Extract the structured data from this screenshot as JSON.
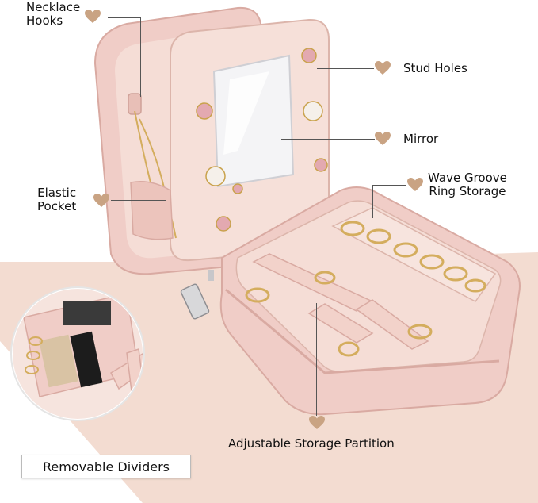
{
  "labels": {
    "necklace_hooks": "Necklace\nHooks",
    "stud_holes": "Stud Holes",
    "mirror": "Mirror",
    "wave_groove": "Wave Groove\nRing Storage",
    "elastic_pocket": "Elastic\nPocket",
    "adjustable_partition": "Adjustable Storage Partition",
    "removable_dividers": "Removable Dividers"
  },
  "colors": {
    "case_pink": "#f0cdc7",
    "case_shadow": "#d9aaa2",
    "lining": "#f5ddd6",
    "background_band": "#f3dcd1",
    "heart": "#c9a383",
    "text": "#111111"
  },
  "icons": {
    "callout": "heart-icon",
    "zipper": "zipper-pull-icon"
  }
}
